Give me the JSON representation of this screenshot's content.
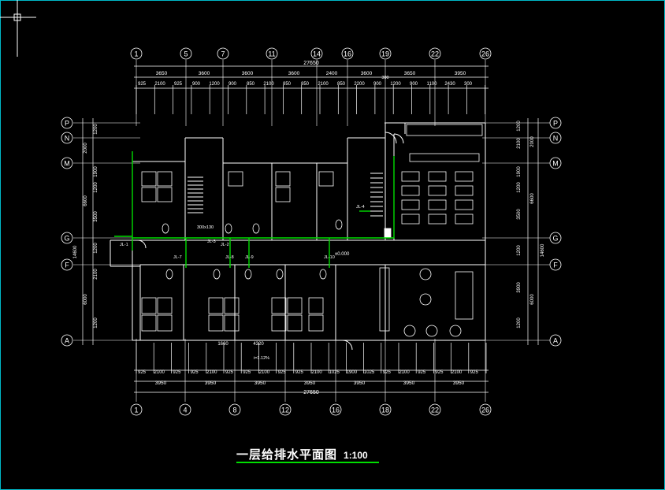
{
  "drawing": {
    "title": "一层给排水平面图",
    "scale": "1:100",
    "colors": {
      "background": "#000000",
      "lines": "#ffffff",
      "pipes": "#00dd00",
      "viewport_border": "#00b8c8"
    }
  },
  "axes": {
    "top": [
      "1",
      "5",
      "7",
      "11",
      "14",
      "16",
      "19",
      "22",
      "26"
    ],
    "bottom": [
      "1",
      "4",
      "8",
      "12",
      "16",
      "18",
      "22",
      "26"
    ],
    "left": [
      "P",
      "N",
      "M",
      "G",
      "F",
      "A"
    ],
    "right": [
      "P",
      "N",
      "M",
      "G",
      "F",
      "A"
    ]
  },
  "dimensions": {
    "top_total": "27650",
    "top_mid": [
      "3650",
      "3600",
      "3600",
      "3600",
      "2400",
      "3600",
      "3650",
      "3950"
    ],
    "top_fine": [
      "925",
      "2100",
      "925",
      "900",
      "1200",
      "900",
      "850",
      "2100",
      "850",
      "850",
      "2100",
      "850",
      "2200",
      "900",
      "1200",
      "900",
      "1100",
      "2430",
      "300"
    ],
    "bottom_fine": [
      "925",
      "2100",
      "925",
      "925",
      "2100",
      "925",
      "925",
      "2100",
      "925",
      "925",
      "2100",
      "1025",
      "1900",
      "1025",
      "925",
      "2100",
      "925",
      "925",
      "2100",
      "925"
    ],
    "bottom_mid": [
      "3950",
      "3950",
      "3950",
      "3950",
      "3950",
      "3950",
      "3950"
    ],
    "bottom_total": "27650",
    "left_vertical": [
      "1200",
      "2000",
      "1900",
      "1200",
      "3500",
      "6600",
      "1200",
      "2100",
      "6000",
      "1200",
      "14600"
    ],
    "right_vertical": [
      "1200",
      "2100",
      "2000",
      "1900",
      "1200",
      "3500",
      "6600",
      "1200",
      "3900",
      "6000",
      "1200",
      "14600"
    ]
  },
  "annotations": {
    "risers": [
      "JL-1",
      "JL-2",
      "JL-3",
      "JL-4",
      "JL-7",
      "JL-8",
      "JL-9",
      "JL-10"
    ],
    "elevation": "±0.000",
    "slope": "i=1.12%",
    "stair_note": "300x130",
    "room_dims": [
      "1660",
      "4320"
    ],
    "mid_labels": [
      "3650",
      "2400",
      "300"
    ]
  }
}
